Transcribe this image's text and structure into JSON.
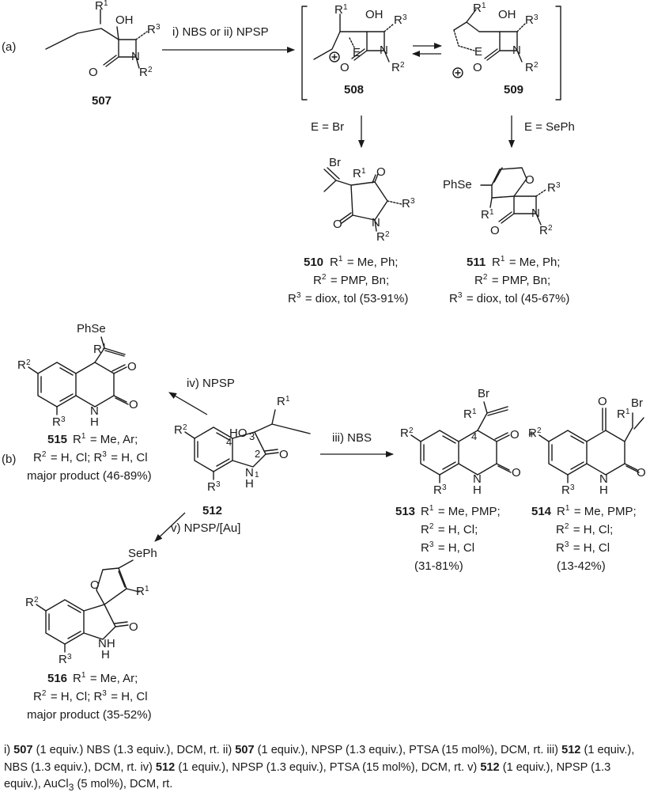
{
  "panel_labels": {
    "a": "(a)",
    "b": "(b)"
  },
  "conditions": {
    "a_main": "i) NBS or ii) NPSP",
    "a_left": "E = Br",
    "a_right": "E = SePh",
    "b_iv": "iv) NPSP",
    "b_iii": "iii) NBS",
    "b_v": "v) NPSP/[Au]"
  },
  "compounds": {
    "c507": {
      "number": "507"
    },
    "c508": {
      "number": "508"
    },
    "c509": {
      "number": "509"
    },
    "c510": {
      "number": "510",
      "line1": "R1 = Me, Ph;",
      "line2": "R2 = PMP,  Bn;",
      "line3": "R3 = diox, tol (53-91%)"
    },
    "c511": {
      "number": "511",
      "line1": "R1 = Me, Ph;",
      "line2": "R2 = PMP,  Bn;",
      "line3": "R3 = diox, tol (45-67%)"
    },
    "c512": {
      "number": "512"
    },
    "c513": {
      "number": "513",
      "line1": "R1 = Me, PMP;",
      "line2": "R2 = H, Cl;",
      "line3": "R3 = H, Cl",
      "yield": "(31-81%)"
    },
    "c514": {
      "number": "514",
      "line1": "R1 = Me, PMP;",
      "line2": "R2 = H, Cl;",
      "line3": "R3 = H, Cl",
      "yield": "(13-42%)"
    },
    "c515": {
      "number": "515",
      "line1": "R1 = Me, Ar;",
      "line2": "R2 = H, Cl; R3 = H, Cl",
      "line3": "major product (46-89%)"
    },
    "c516": {
      "number": "516",
      "line1": "R1 = Me, Ar;",
      "line2": "R2 = H, Cl; R3 = H, Cl",
      "line3": "major product (35-52%)"
    }
  },
  "atoms": {
    "OH": "OH",
    "O": "O",
    "N": "N",
    "H": "H",
    "NH": "NH",
    "HO": "HO",
    "Br": "Br",
    "PhSe": "PhSe",
    "SePh": "SePh",
    "E": "E",
    "R": "R",
    "plus": "+",
    "ring_num_4": "4",
    "ring_num_3": "3",
    "ring_num_2": "2",
    "ring_num_1": "1"
  },
  "footnote": {
    "p1": "i) ",
    "c1": "507",
    "p2": " (1 equiv.) NBS (1.3 equiv.), DCM, rt. ii) ",
    "c2": "507",
    "p3": " (1 equiv.), NPSP (1.3 equiv.), PTSA (15 mol%), DCM, rt. iii) ",
    "c3": "512",
    "p4": " (1 equiv.), NBS (1.3 equiv.), DCM, rt. iv) ",
    "c4": "512",
    "p5": " (1 equiv.), NPSP (1.3 equiv.), PTSA (15 mol%), DCM, rt. v) ",
    "c5": "512",
    "p6": " (1 equiv.), NPSP (1.3 equiv.), AuCl",
    "sub3": "3",
    "p7": " (5 mol%), DCM, rt."
  }
}
